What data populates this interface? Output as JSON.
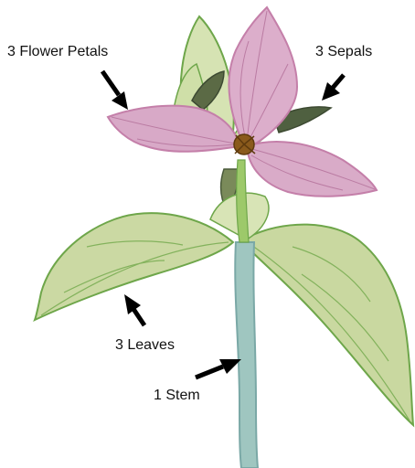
{
  "diagram": {
    "labels": {
      "petals": "3 Flower Petals",
      "sepals": "3 Sepals",
      "leaves": "3 Leaves",
      "stem": "1 Stem"
    },
    "colors": {
      "background": "#ffffff",
      "petal_fill": "#dcaecb",
      "petal_stroke": "#c47fa9",
      "leaf_fill": "#cbd9a3",
      "leaf_stroke": "#6ea64a",
      "sepal_fill": "#5a6a44",
      "stem_fill": "#9fc6c0",
      "stem_stroke": "#7aa8a6",
      "center_fill": "#8a5a1c",
      "arrow": "#000000"
    }
  }
}
